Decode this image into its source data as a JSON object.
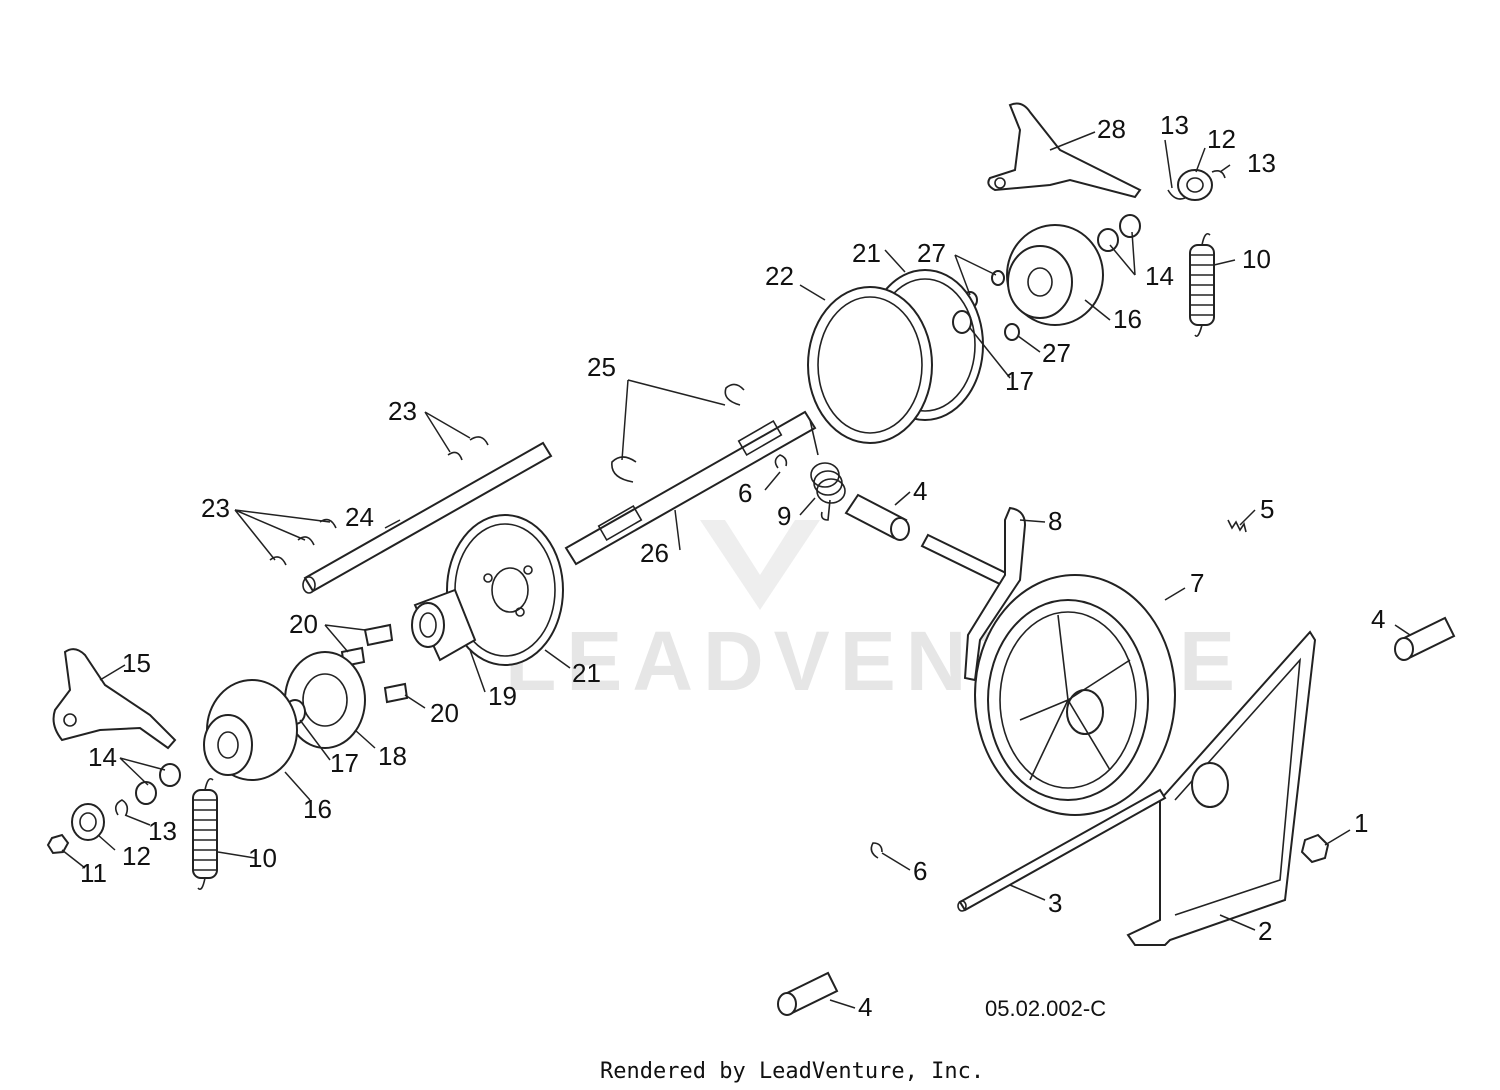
{
  "diagram": {
    "drawing_code": "05.02.002-C",
    "credit": "Rendered by LeadVenture, Inc.",
    "watermark": "LEADVENTURE",
    "callouts": [
      "1",
      "2",
      "3",
      "4",
      "4",
      "4",
      "5",
      "6",
      "6",
      "7",
      "8",
      "9",
      "10",
      "10",
      "11",
      "12",
      "12",
      "13",
      "13",
      "13",
      "14",
      "14",
      "15",
      "16",
      "16",
      "17",
      "17",
      "18",
      "19",
      "20",
      "20",
      "21",
      "21",
      "22",
      "23",
      "23",
      "24",
      "25",
      "26",
      "27",
      "27",
      "28"
    ]
  }
}
